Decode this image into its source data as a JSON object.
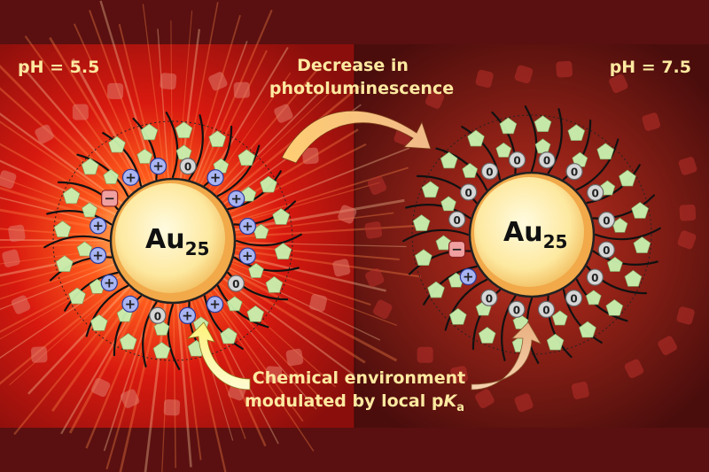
{
  "left_panel": {
    "ph_label": "pH = 5.5",
    "core_main": "Au",
    "core_sub": "25"
  },
  "right_panel": {
    "ph_label": "pH = 7.5",
    "core_main": "Au",
    "core_sub": "25"
  },
  "annotations": {
    "top_line1": "Decrease in",
    "top_line2": "photoluminescence",
    "bottom_line1": "Chemical environment",
    "bottom_line2_prefix": "modulated by local p",
    "bottom_line2_italic": "K",
    "bottom_line2_sub": "a"
  },
  "charges": {
    "positive": "+",
    "neutral": "0",
    "negative": "−"
  },
  "colors": {
    "band": "#5a1010",
    "left_bg": "#e11c12",
    "right_bg": "#6e1512",
    "core": "#fde9a0",
    "core_ring": "#f1a94a",
    "pentagon": "#c9f2b0",
    "positive": "#a9b4f2",
    "neutral": "#d6d6d6",
    "negative": "#f0a0a0",
    "label_text": "#fde9a0"
  },
  "icons": [
    "thiolate-ligand-icon",
    "pentagon-molecule-icon",
    "positive-charge-icon",
    "neutral-charge-icon",
    "negative-charge-icon",
    "curved-arrow-icon"
  ]
}
